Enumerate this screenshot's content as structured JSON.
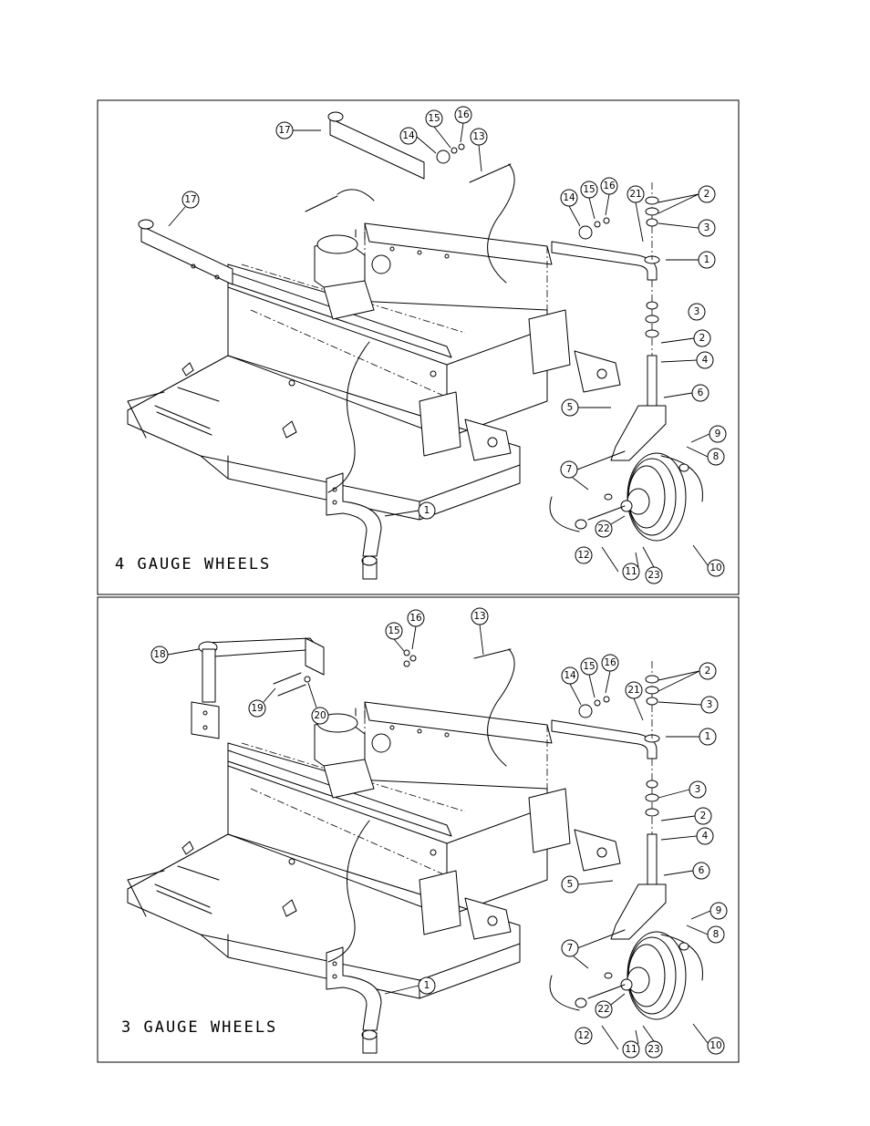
{
  "panels": [
    {
      "id": "four",
      "caption": "4 GAUGE WHEELS",
      "callouts": [
        "17",
        "15",
        "16",
        "14",
        "13",
        "17",
        "14",
        "15",
        "16",
        "21",
        "2",
        "3",
        "1",
        "3",
        "2",
        "4",
        "6",
        "5",
        "9",
        "8",
        "7",
        "22",
        "12",
        "11",
        "23",
        "10",
        "1"
      ]
    },
    {
      "id": "three",
      "caption": "3 GAUGE WHEELS",
      "callouts": [
        "18",
        "15",
        "16",
        "13",
        "19",
        "20",
        "14",
        "15",
        "16",
        "21",
        "2",
        "3",
        "1",
        "3",
        "2",
        "4",
        "6",
        "5",
        "9",
        "8",
        "7",
        "22",
        "12",
        "11",
        "23",
        "10",
        "1"
      ]
    }
  ]
}
